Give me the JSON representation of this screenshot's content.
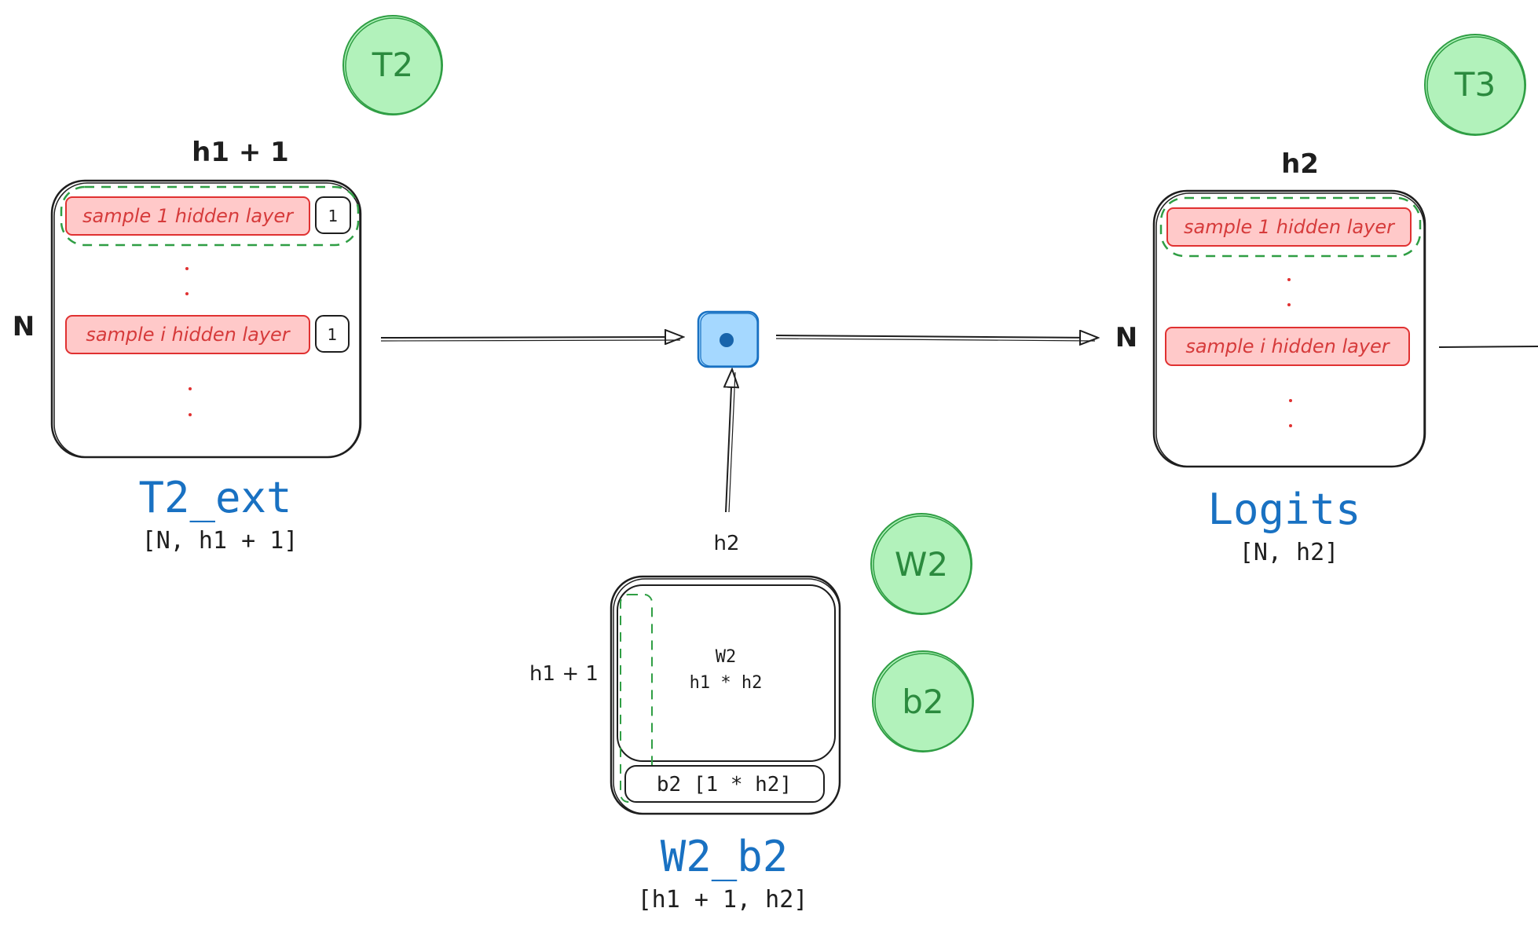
{
  "badges": {
    "t2": "T2",
    "t3": "T3",
    "w2": "W2",
    "b2": "b2"
  },
  "t2_ext": {
    "top_dim": "h1 + 1",
    "side_dim": "N",
    "row_first": "sample 1 hidden layer",
    "row_i": "sample i hidden layer",
    "one_first": "1",
    "one_i": "1",
    "title": "T2_ext",
    "shape": "[N, h1 + 1]"
  },
  "w2_b2": {
    "top_dim": "h2",
    "side_dim": "h1 + 1",
    "inner_title": "W2",
    "inner_shape": "h1 * h2",
    "bias": "b2 [1 * h2]",
    "title": "W2_b2",
    "shape": "[h1 + 1, h2]"
  },
  "logits": {
    "top_dim": "h2",
    "side_dim": "N",
    "row_first": "sample 1 hidden layer",
    "row_i": "sample i hidden layer",
    "title": "Logits",
    "shape": "[N, h2]"
  },
  "colors": {
    "title_blue": "#1971c2",
    "row_red_fill": "#ffc9c9",
    "row_red_stroke": "#e03131",
    "badge_green_fill": "#b2f2bb",
    "badge_green_stroke": "#2f9e44",
    "op_blue_fill": "#a5d8ff",
    "op_blue_stroke": "#1971c2"
  },
  "icons": {
    "operator": "matmul-dot-icon"
  }
}
